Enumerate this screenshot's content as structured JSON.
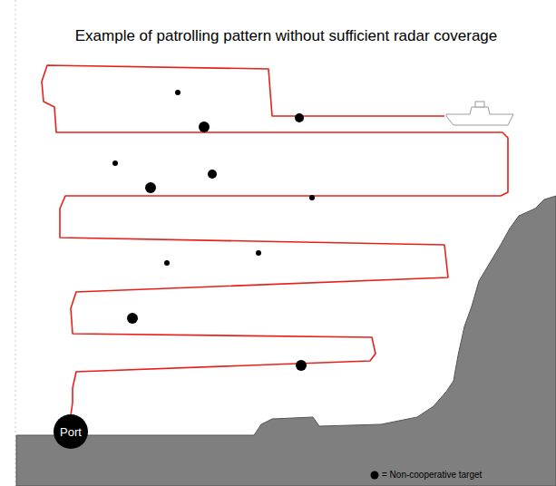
{
  "diagram": {
    "title": "Example of patrolling pattern without sufficient radar coverage",
    "nodes": [
      {
        "text": [
          "Port"
        ]
      }
    ],
    "legend": [
      {
        "text": "= Non-cooperative target",
        "color": "#000000"
      }
    ]
  }
}
